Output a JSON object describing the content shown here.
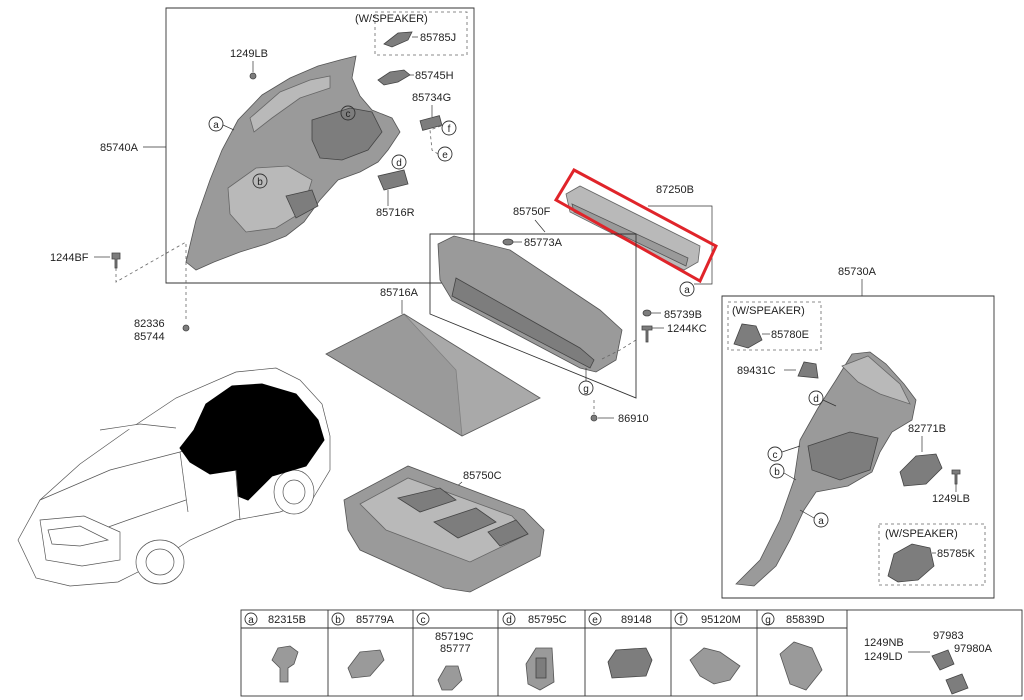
{
  "labels": {
    "w_speaker_top": "(W/SPEAKER)",
    "p85785J": "85785J",
    "p1249LB_top": "1249LB",
    "p85745H": "85745H",
    "p85734G": "85734G",
    "p85740A": "85740A",
    "p85716R": "85716R",
    "p1244BF": "1244BF",
    "p82336": "82336",
    "p85744": "85744",
    "p87250B": "87250B",
    "p85750F": "85750F",
    "p85773A": "85773A",
    "p85716A": "85716A",
    "p85739B": "85739B",
    "p1244KC": "1244KC",
    "p86910": "86910",
    "p85750C": "85750C",
    "p85730A": "85730A",
    "w_speaker_right": "(W/SPEAKER)",
    "p85780E": "85780E",
    "p89431C": "89431C",
    "p82771B": "82771B",
    "p1249LB_right": "1249LB",
    "w_speaker_bottom": "(W/SPEAKER)",
    "p85785K": "85785K"
  },
  "callouts": {
    "a": "a",
    "b": "b",
    "c": "c",
    "d": "d",
    "e": "e",
    "f": "f",
    "g": "g"
  },
  "legend": [
    {
      "key": "a",
      "part": "82315B"
    },
    {
      "key": "b",
      "part": "85779A"
    },
    {
      "key": "c",
      "part": "85719C",
      "part2": "85777"
    },
    {
      "key": "d",
      "part": "85795C"
    },
    {
      "key": "e",
      "part": "89148"
    },
    {
      "key": "f",
      "part": "95120M"
    },
    {
      "key": "g",
      "part": "85839D"
    }
  ],
  "legend_last": {
    "p1249NB": "1249NB",
    "p1249LD": "1249LD",
    "p97983": "97983",
    "p97980A": "97980A"
  },
  "colors": {
    "highlight": "#e0242a",
    "part_fill": "#9a9a9a"
  }
}
